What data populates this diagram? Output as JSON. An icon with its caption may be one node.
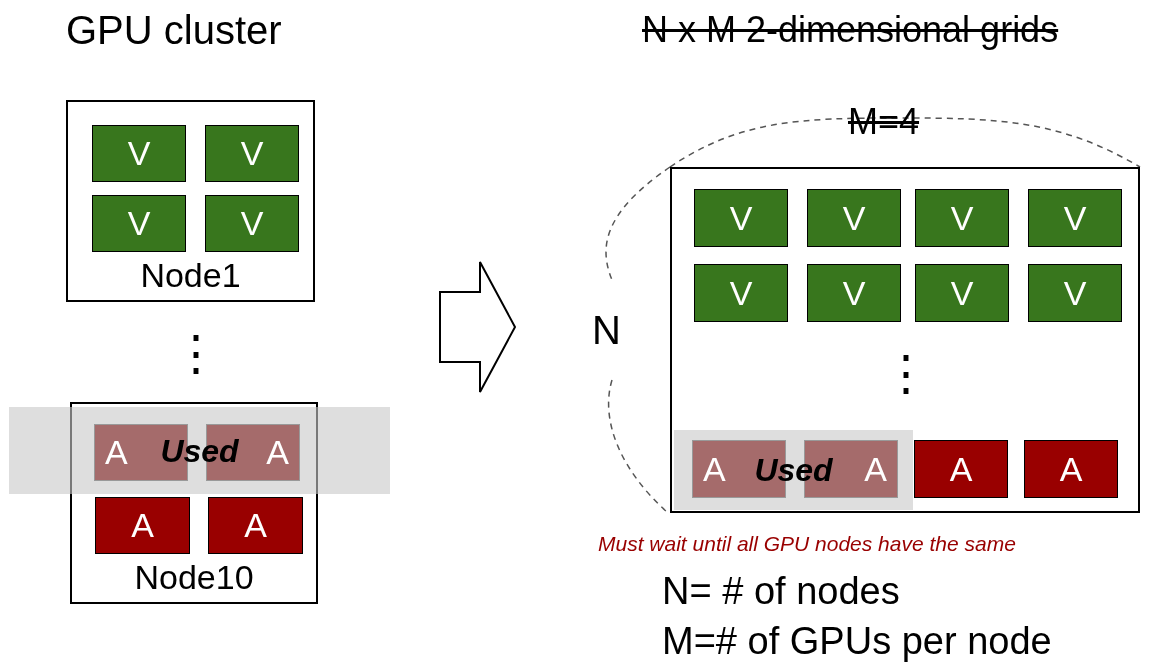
{
  "diagram": {
    "nodes": [
      {
        "text": [
          "Node1"
        ]
      },
      {
        "text": [
          "V"
        ],
        "in": 0
      },
      {
        "text": [
          "V"
        ],
        "in": 0
      },
      {
        "text": [
          "V"
        ],
        "in": 0
      },
      {
        "text": [
          "V"
        ],
        "in": 0
      },
      {
        "text": [
          "Node10"
        ]
      },
      {
        "text": [
          "A"
        ]
      },
      {
        "text": [
          "A"
        ]
      },
      {
        "text": [
          "A"
        ],
        "in": 5
      },
      {
        "text": [
          "A"
        ],
        "in": 5
      },
      {
        "text": [
          "Used"
        ]
      },
      {
        "text": [],
        "shape": "box"
      },
      {
        "text": [
          "V"
        ],
        "in": 11
      },
      {
        "text": [
          "V"
        ],
        "in": 11
      },
      {
        "text": [
          "V"
        ],
        "in": 11
      },
      {
        "text": [
          "V"
        ],
        "in": 11
      },
      {
        "text": [
          "V"
        ],
        "in": 11
      },
      {
        "text": [
          "V"
        ],
        "in": 11
      },
      {
        "text": [
          "V"
        ],
        "in": 11
      },
      {
        "text": [
          "V"
        ],
        "in": 11
      },
      {
        "text": [
          "Used"
        ],
        "in": 11
      },
      {
        "text": [
          "A"
        ],
        "in": 20
      },
      {
        "text": [
          "A"
        ],
        "in": 20
      },
      {
        "text": [
          "A"
        ],
        "in": 11
      },
      {
        "text": [
          "A"
        ],
        "in": 11
      }
    ],
    "edges": [],
    "labels": [
      "GPU cluster",
      "N x M 2-dimensional grids",
      "M=4",
      "N",
      "⋮",
      "⋮",
      "Must wait until all GPU nodes have the same",
      "N= # of nodes",
      "M=# of GPUs per node"
    ]
  }
}
